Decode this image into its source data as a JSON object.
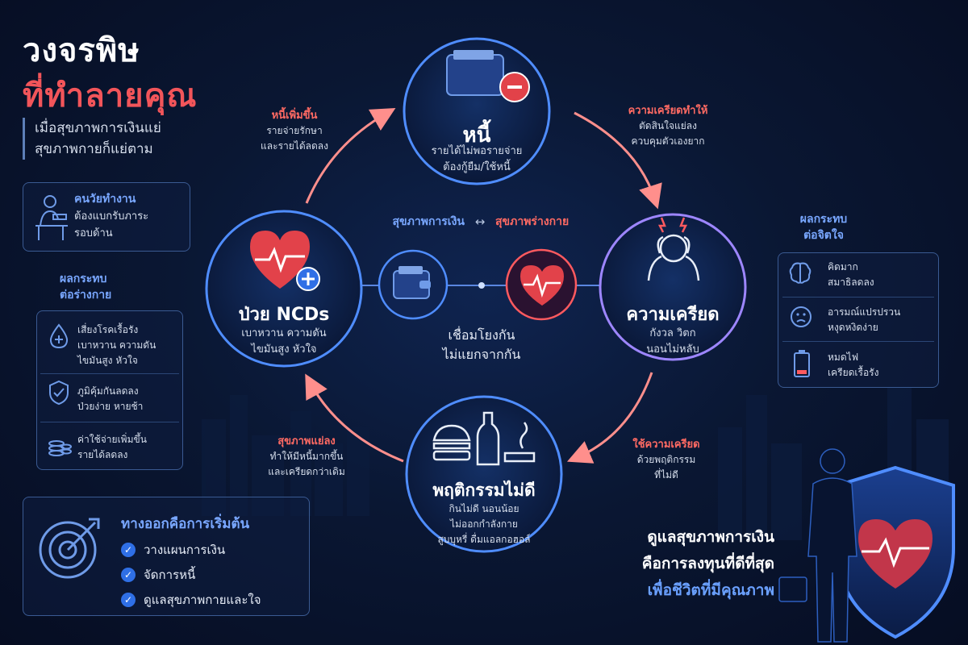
{
  "title": {
    "line1": "วงจรพิษ",
    "line2": "ที่ทำลายคุณ"
  },
  "subtitle": {
    "line1": "เมื่อสุขภาพการเงินแย่",
    "line2": "สุขภาพกายก็แย่ตาม"
  },
  "worker_card": {
    "title": "คนวัยทำงาน",
    "line1": "ต้องแบกรับภาระ",
    "line2": "รอบด้าน"
  },
  "body_impact": {
    "heading_line1": "ผลกระทบ",
    "heading_line2": "ต่อร่างกาย",
    "items": [
      {
        "line1": "เสี่ยงโรคเรื้อรัง",
        "line2": "เบาหวาน ความดัน",
        "line3": "ไขมันสูง หัวใจ",
        "icon": "blood-drop-icon"
      },
      {
        "line1": "ภูมิคุ้มกันลดลง",
        "line2": "ป่วยง่าย หายช้า",
        "icon": "shield-check-icon"
      },
      {
        "line1": "ค่าใช้จ่ายเพิ่มขึ้น",
        "line2": "รายได้ลดลง",
        "icon": "coins-icon"
      }
    ]
  },
  "exit_card": {
    "title": "ทางออกคือการเริ่มต้น",
    "items": [
      "วางแผนการเงิน",
      "จัดการหนี้",
      "ดูแลสุขภาพกายและใจ"
    ]
  },
  "nodes": {
    "debt": {
      "title": "หนี้",
      "line1": "รายได้ไม่พอรายจ่าย",
      "line2": "ต้องกู้ยืม/ใช้หนี้"
    },
    "stress": {
      "title": "ความเครียด",
      "line1": "กังวล วิตก",
      "line2": "นอนไม่หลับ"
    },
    "behavior": {
      "title": "พฤติกรรมไม่ดี",
      "line1": "กินไม่ดี นอนน้อย",
      "line2": "ไม่ออกกำลังกาย",
      "line3": "สูบบุหรี่ ดื่มแอลกอฮอล์"
    },
    "ncds": {
      "title": "ป่วย NCDs",
      "line1": "เบาหวาน ความดัน",
      "line2": "ไขมันสูง หัวใจ"
    }
  },
  "arrows": {
    "debt_to_stress": {
      "title": "ความเครียดทำให้",
      "line1": "ตัดสินใจแย่ลง",
      "line2": "ควบคุมตัวเองยาก"
    },
    "stress_to_behavior": {
      "title": "ใช้ความเครียด",
      "line1": "ด้วยพฤติกรรม",
      "line2": "ที่ไม่ดี"
    },
    "behavior_to_ncds": {
      "title": "สุขภาพแย่ลง",
      "line1": "ทำให้มีหนี้มากขึ้น",
      "line2": "และเครียดกว่าเดิม"
    },
    "ncds_to_debt": {
      "title": "หนี้เพิ่มขึ้น",
      "line1": "รายจ่ายรักษา",
      "line2": "และรายได้ลดลง"
    }
  },
  "center": {
    "left_label": "สุขภาพการเงิน",
    "link_symbol": "↔",
    "right_label": "สุขภาพร่างกาย",
    "line1": "เชื่อมโยงกัน",
    "line2": "ไม่แยกจากกัน"
  },
  "mind_impact": {
    "heading_line1": "ผลกระทบ",
    "heading_line2": "ต่อจิตใจ",
    "items": [
      {
        "line1": "คิดมาก",
        "line2": "สมาธิลดลง",
        "icon": "brain-icon"
      },
      {
        "line1": "อารมณ์แปรปรวน",
        "line2": "หงุดหงิดง่าย",
        "icon": "sad-face-icon"
      },
      {
        "line1": "หมดไฟ",
        "line2": "เครียดเรื้อรัง",
        "icon": "low-battery-icon"
      }
    ]
  },
  "closing": {
    "line1": "ดูแลสุขภาพการเงิน",
    "line2": "คือการลงทุนที่ดีที่สุด",
    "line3": "เพื่อชีวิตที่มีคุณภาพ"
  },
  "colors": {
    "accent_red": "#f2555a",
    "accent_blue": "#79a7ff",
    "background": "#0a1733",
    "ring_blue": "#4f8dff",
    "ring_purple": "#9d86ff"
  }
}
